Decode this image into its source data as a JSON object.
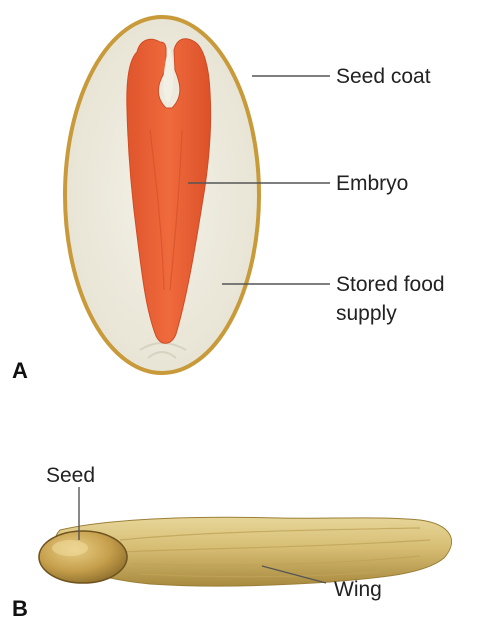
{
  "panels": {
    "a": {
      "letter": "A",
      "labels": {
        "seed_coat": "Seed coat",
        "embryo": "Embryo",
        "stored_food_line1": "Stored food",
        "stored_food_line2": "supply"
      }
    },
    "b": {
      "letter": "B",
      "labels": {
        "seed": "Seed",
        "wing": "Wing"
      }
    }
  },
  "colors": {
    "seed_coat_outline": "#c89a3a",
    "seed_interior": "#efece0",
    "embryo": "#e85e33",
    "wing": "#d8c27c",
    "seed_body": "#c9a24c",
    "leader_line": "#555555",
    "text": "#222222"
  }
}
